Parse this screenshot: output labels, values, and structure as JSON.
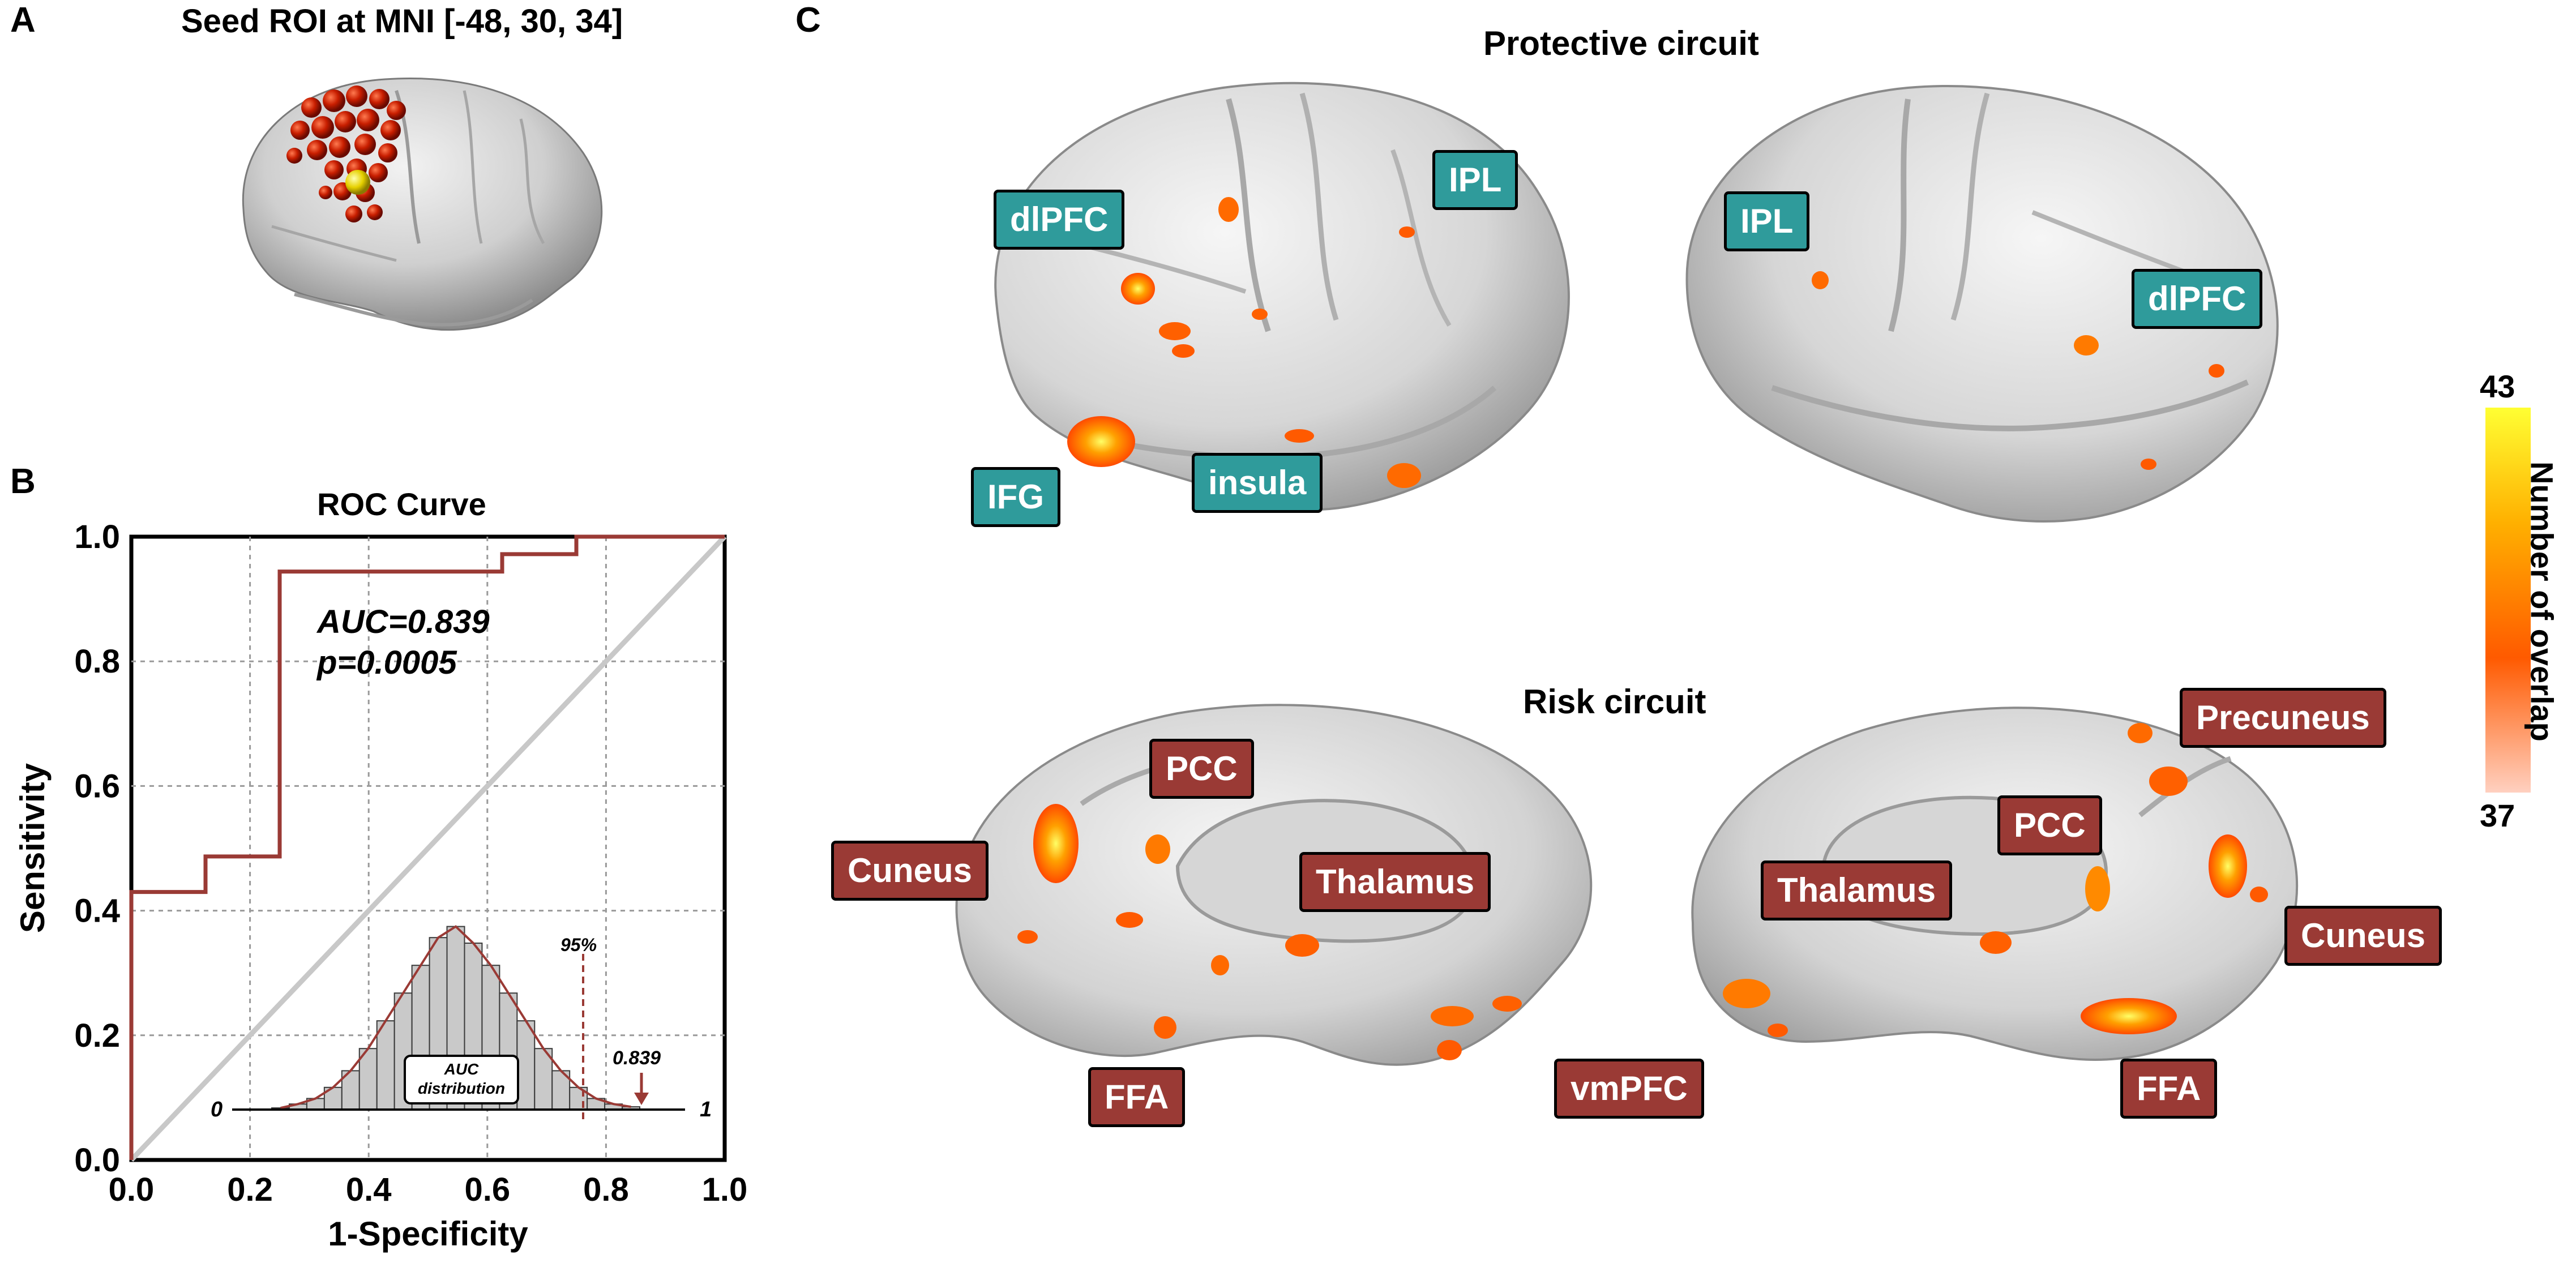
{
  "panels": {
    "a": "A",
    "b": "B",
    "c": "C"
  },
  "panel_a": {
    "title": "Seed ROI at MNI [-48, 30, 34]"
  },
  "panel_c": {
    "protective_title": "Protective circuit",
    "risk_title": "Risk circuit",
    "protective_labels": [
      "dlPFC",
      "IPL",
      "IFG",
      "insula",
      "IPL",
      "dlPFC"
    ],
    "risk_labels": [
      "PCC",
      "Cuneus",
      "Thalamus",
      "FFA",
      "vmPFC",
      "Precuneus",
      "PCC",
      "Thalamus",
      "Cuneus",
      "FFA"
    ]
  },
  "colorbar": {
    "max": "43",
    "min": "37",
    "label": "Number of overlap",
    "colors": [
      "#ffff33",
      "#ffb000",
      "#ff5a00",
      "#ffd0c0"
    ]
  },
  "colors": {
    "teal_label": "#2f9b9b",
    "red_label": "#9a3a35",
    "roc_line": "#9a3a35",
    "diagonal": "#c8c8c8"
  },
  "chart_data": {
    "type": "line",
    "title": "ROC Curve",
    "xlabel": "1-Specificity",
    "ylabel": "Sensitivity",
    "xlim": [
      0,
      1
    ],
    "ylim": [
      0,
      1
    ],
    "grid": true,
    "x_ticks": [
      "0.0",
      "0.2",
      "0.4",
      "0.6",
      "0.8",
      "1.0"
    ],
    "y_ticks": [
      "0.0",
      "0.2",
      "0.4",
      "0.6",
      "0.8",
      "1.0"
    ],
    "annotations": [
      "AUC=0.839",
      "p=0.0005"
    ],
    "roc": {
      "x": [
        0,
        0,
        0.125,
        0.125,
        0.25,
        0.25,
        0.625,
        0.625,
        0.75,
        0.75,
        1.0
      ],
      "y": [
        0,
        0.43,
        0.43,
        0.487,
        0.487,
        0.944,
        0.944,
        0.972,
        0.972,
        1.0,
        1.0
      ]
    },
    "diagonal": {
      "x": [
        0,
        1
      ],
      "y": [
        0,
        1
      ]
    },
    "inset": {
      "label": "AUC distribution",
      "left_label": "0",
      "right_label": "1",
      "percentile_label": "95%",
      "observed_label": "0.839",
      "bars": [
        0.003,
        0.01,
        0.02,
        0.04,
        0.07,
        0.11,
        0.16,
        0.21,
        0.26,
        0.31,
        0.33,
        0.3,
        0.26,
        0.21,
        0.16,
        0.11,
        0.07,
        0.04,
        0.02,
        0.01,
        0.005
      ]
    }
  }
}
